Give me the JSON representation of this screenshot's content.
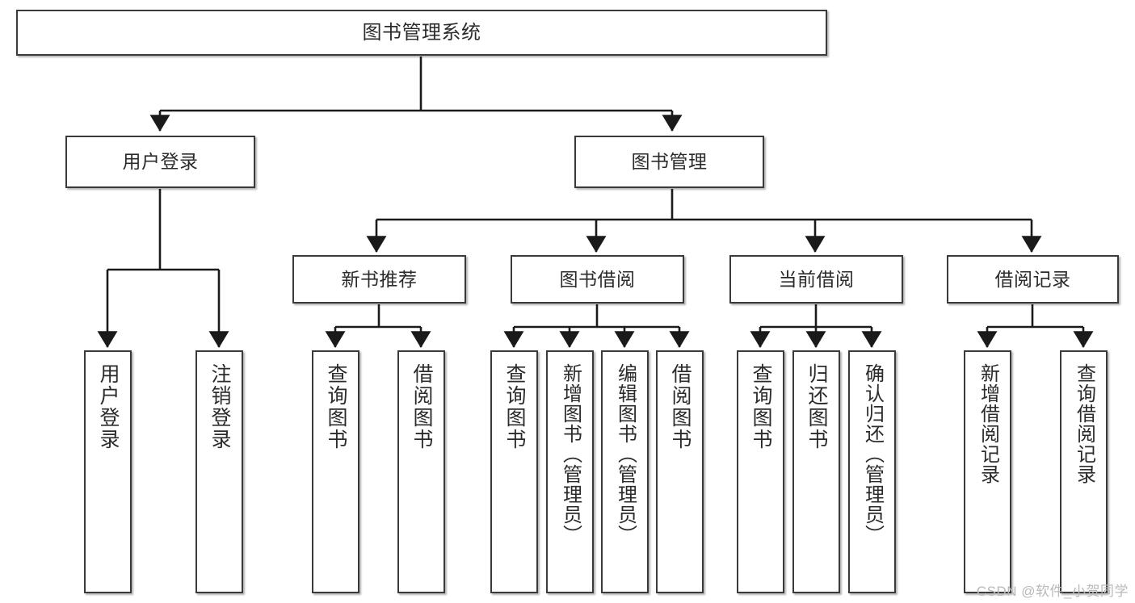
{
  "diagram": {
    "title": "图书管理系统",
    "type": "tree",
    "watermark": "CSDN @软件_小贺同学",
    "colors": {
      "box_border": "#3a3a3a",
      "box_fill": "#ffffff",
      "connector": "#1a1a1a",
      "text": "#2b2b2b",
      "watermark": "#b9b9b9",
      "background": "#ffffff"
    },
    "nodes": {
      "root": {
        "label": "图书管理系统"
      },
      "level2": [
        {
          "label": "用户登录"
        },
        {
          "label": "图书管理"
        }
      ],
      "level3": [
        {
          "label": "新书推荐"
        },
        {
          "label": "图书借阅"
        },
        {
          "label": "当前借阅"
        },
        {
          "label": "借阅记录"
        }
      ],
      "leaves": {
        "user_login": [
          {
            "label": "用户登录"
          },
          {
            "label": "注销登录"
          }
        ],
        "new_book": [
          {
            "label": "查询图书"
          },
          {
            "label": "借阅图书"
          }
        ],
        "book_borrow": [
          {
            "label": "查询图书"
          },
          {
            "label": "新增图书（管理员）"
          },
          {
            "label": "编辑图书（管理员）"
          },
          {
            "label": "借阅图书"
          }
        ],
        "current_borrow": [
          {
            "label": "查询图书"
          },
          {
            "label": "归还图书"
          },
          {
            "label": "确认归还（管理员）"
          }
        ],
        "borrow_record": [
          {
            "label": "新增借阅记录"
          },
          {
            "label": "查询借阅记录"
          }
        ]
      }
    }
  }
}
